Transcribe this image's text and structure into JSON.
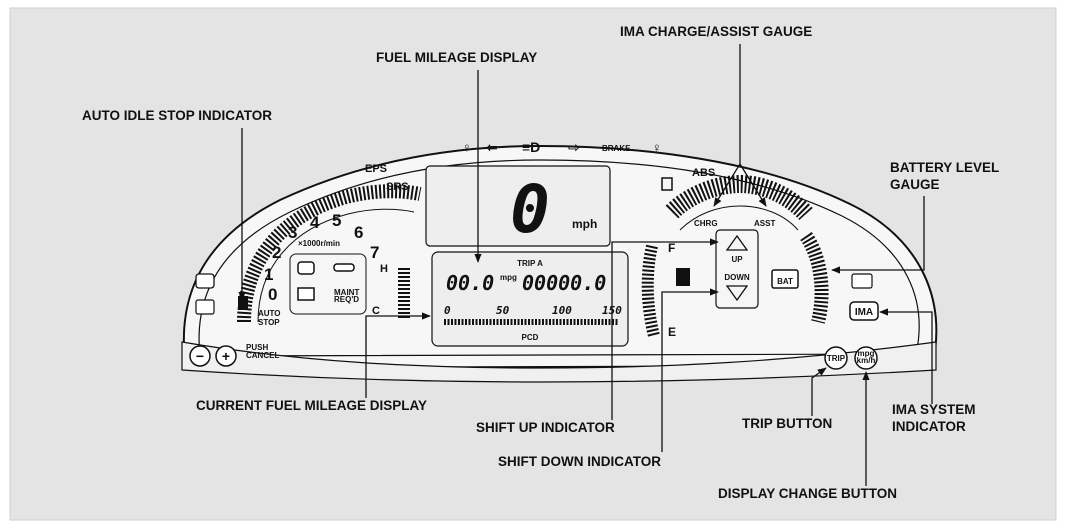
{
  "callouts": {
    "fuel_mileage_display": "FUEL MILEAGE DISPLAY",
    "ima_charge_assist_gauge": "IMA CHARGE/ASSIST GAUGE",
    "auto_idle_stop_indicator": "AUTO IDLE STOP INDICATOR",
    "battery_level_gauge_1": "BATTERY LEVEL",
    "battery_level_gauge_2": "GAUGE",
    "current_fuel_mileage_display": "CURRENT FUEL MILEAGE DISPLAY",
    "shift_up_indicator": "SHIFT UP INDICATOR",
    "shift_down_indicator": "SHIFT DOWN INDICATOR",
    "trip_button": "TRIP BUTTON",
    "ima_system_indicator_1": "IMA SYSTEM",
    "ima_system_indicator_2": "INDICATOR",
    "display_change_button": "DISPLAY CHANGE BUTTON"
  },
  "cluster": {
    "eps": "EPS",
    "srs": "SRS",
    "abs": "ABS",
    "brake": "BRAKE",
    "speed_value": "0",
    "speed_unit": "mph",
    "tach_numbers": [
      "0",
      "1",
      "2",
      "3",
      "4",
      "5",
      "6",
      "7"
    ],
    "tach_unit": "×1000r/min",
    "auto_stop_1": "AUTO",
    "auto_stop_2": "STOP",
    "maint_1": "MAINT",
    "maint_2": "REQ'D",
    "temp_h": "H",
    "temp_c": "C",
    "trip_label": "TRIP A",
    "mileage_value": "00.0",
    "mileage_unit": "mpg",
    "odometer_value": "00000.0",
    "scale": [
      "0",
      "50",
      "100",
      "150"
    ],
    "pcd": "PCD",
    "chrg": "CHRG",
    "asst": "ASST",
    "fuel_f": "F",
    "fuel_e": "E",
    "shift_up": "UP",
    "shift_down": "DOWN",
    "bat": "BAT",
    "ima": "IMA",
    "push_cancel_1": "PUSH",
    "push_cancel_2": "CANCEL",
    "minus": "−",
    "plus": "+",
    "trip_button": "TRIP",
    "mpg_button_1": "mpg",
    "mpg_button_2": "km/h"
  },
  "colors": {
    "panel_background": "#e4e4e4",
    "ink": "#111111",
    "cluster_face": "#f6f6f6",
    "lcd_background": "#eeeeee"
  }
}
